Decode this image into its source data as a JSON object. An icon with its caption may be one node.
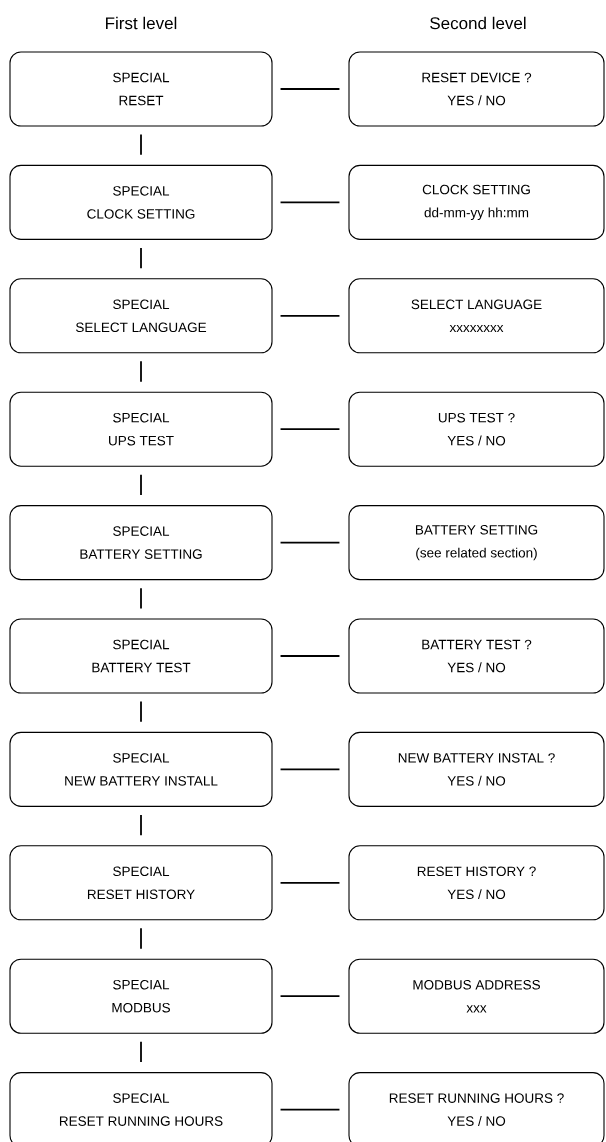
{
  "diagram": {
    "nodes": [
      {
        "text": [
          "SPECIAL",
          "RESET"
        ]
      },
      {
        "text": [
          "RESET DEVICE ?",
          "YES / NO"
        ]
      },
      {
        "text": [
          "SPECIAL",
          "CLOCK SETTING"
        ]
      },
      {
        "text": [
          "CLOCK SETTING",
          "dd-mm-yy   hh:mm"
        ]
      },
      {
        "text": [
          "SPECIAL",
          "SELECT LANGUAGE"
        ]
      },
      {
        "text": [
          "SELECT LANGUAGE",
          "xxxxxxxx"
        ]
      },
      {
        "text": [
          "SPECIAL",
          "UPS TEST"
        ]
      },
      {
        "text": [
          "UPS TEST ?",
          "YES / NO"
        ]
      },
      {
        "text": [
          "SPECIAL",
          "BATTERY SETTING"
        ]
      },
      {
        "text": [
          "BATTERY SETTING",
          "(see related section)"
        ]
      },
      {
        "text": [
          "SPECIAL",
          "BATTERY TEST"
        ]
      },
      {
        "text": [
          "BATTERY TEST ?",
          "YES / NO"
        ]
      },
      {
        "text": [
          "SPECIAL",
          "NEW BATTERY INSTALL"
        ]
      },
      {
        "text": [
          "NEW BATTERY INSTAL ?",
          "YES / NO"
        ]
      },
      {
        "text": [
          "SPECIAL",
          "RESET HISTORY"
        ]
      },
      {
        "text": [
          "RESET HISTORY ?",
          "YES / NO"
        ]
      },
      {
        "text": [
          "SPECIAL",
          "MODBUS"
        ]
      },
      {
        "text": [
          "MODBUS ADDRESS",
          "xxx"
        ]
      },
      {
        "text": [
          "SPECIAL",
          "RESET RUNNING HOURS"
        ]
      },
      {
        "text": [
          "RESET RUNNING HOURS ?",
          "YES / NO"
        ]
      }
    ],
    "edges": [
      {
        "from": 0,
        "to": 1,
        "arrow": "none"
      },
      {
        "from": 0,
        "to": 2,
        "arrow": "none"
      },
      {
        "from": 2,
        "to": 3,
        "arrow": "none"
      },
      {
        "from": 2,
        "to": 4,
        "arrow": "none"
      },
      {
        "from": 4,
        "to": 5,
        "arrow": "none"
      },
      {
        "from": 4,
        "to": 6,
        "arrow": "none"
      },
      {
        "from": 6,
        "to": 7,
        "arrow": "none"
      },
      {
        "from": 6,
        "to": 8,
        "arrow": "none"
      },
      {
        "from": 8,
        "to": 9,
        "arrow": "none"
      },
      {
        "from": 8,
        "to": 10,
        "arrow": "none"
      },
      {
        "from": 10,
        "to": 11,
        "arrow": "none"
      },
      {
        "from": 10,
        "to": 12,
        "arrow": "none"
      },
      {
        "from": 12,
        "to": 13,
        "arrow": "none"
      },
      {
        "from": 12,
        "to": 14,
        "arrow": "none"
      },
      {
        "from": 14,
        "to": 15,
        "arrow": "none"
      },
      {
        "from": 14,
        "to": 16,
        "arrow": "none"
      },
      {
        "from": 16,
        "to": 17,
        "arrow": "none"
      },
      {
        "from": 16,
        "to": 18,
        "arrow": "none"
      },
      {
        "from": 18,
        "to": 19,
        "arrow": "none"
      }
    ],
    "labels": [
      "First level",
      "Second level"
    ]
  }
}
